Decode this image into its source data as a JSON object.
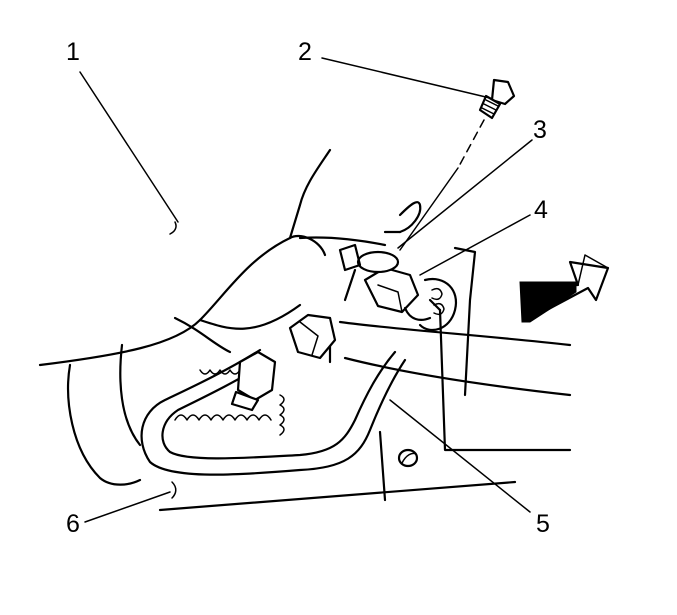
{
  "callouts": {
    "c1": "1",
    "c2": "2",
    "c3": "3",
    "c4": "4",
    "c5": "5",
    "c6": "6"
  },
  "colors": {
    "ink": "#000000",
    "paper": "#ffffff"
  },
  "icons": {
    "direction": "forward-arrow-icon"
  }
}
